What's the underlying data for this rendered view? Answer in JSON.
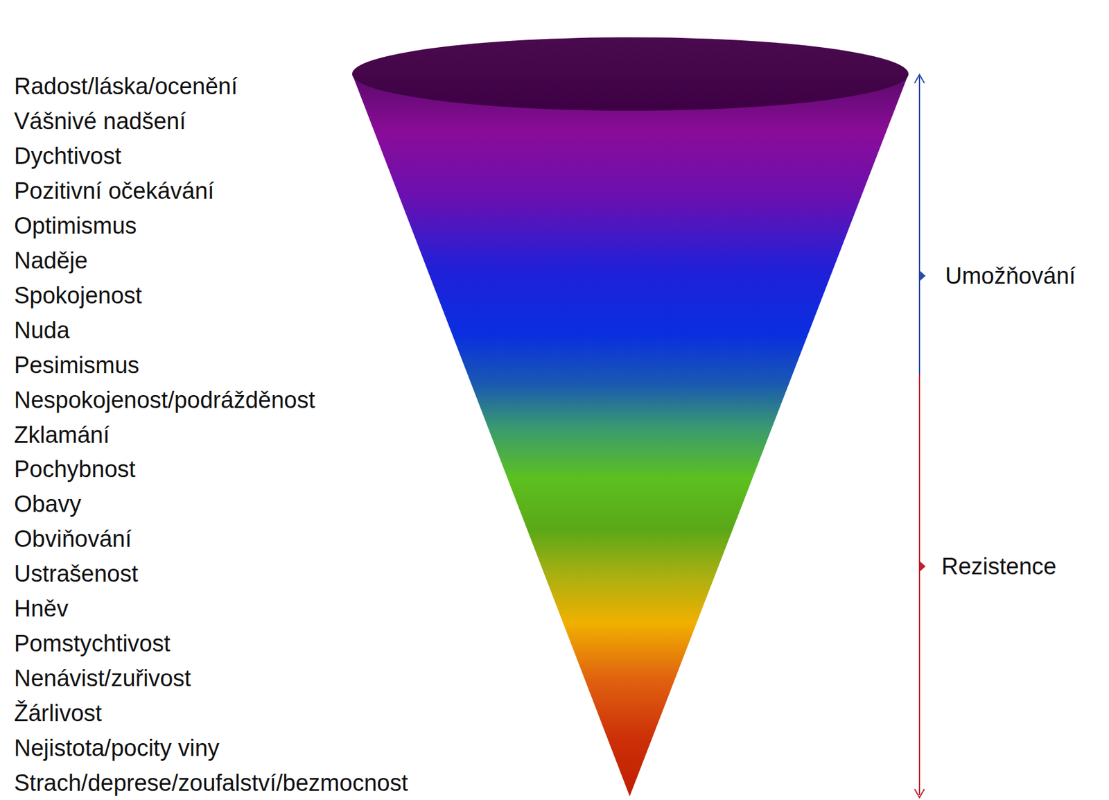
{
  "diagram": {
    "labels": [
      "Radost/láska/ocenění",
      "Vášnivé nadšení",
      "Dychtivost",
      "Pozitivní očekávání",
      "Optimismus",
      "Naděje",
      "Spokojenost",
      "Nuda",
      "Pesimismus",
      "Nespokojenost/podrážděnost",
      "Zklamání",
      "Pochybnost",
      "Obavy",
      "Obviňování",
      "Ustrašenost",
      "Hněv",
      "Pomstychtivost",
      "Nenávist/zuřivost",
      "Žárlivost",
      "Nejistota/pocity viny",
      "Strach/deprese/zoufalství/bezmocnost",
      "Umožňování",
      "Rezistence"
    ]
  }
}
